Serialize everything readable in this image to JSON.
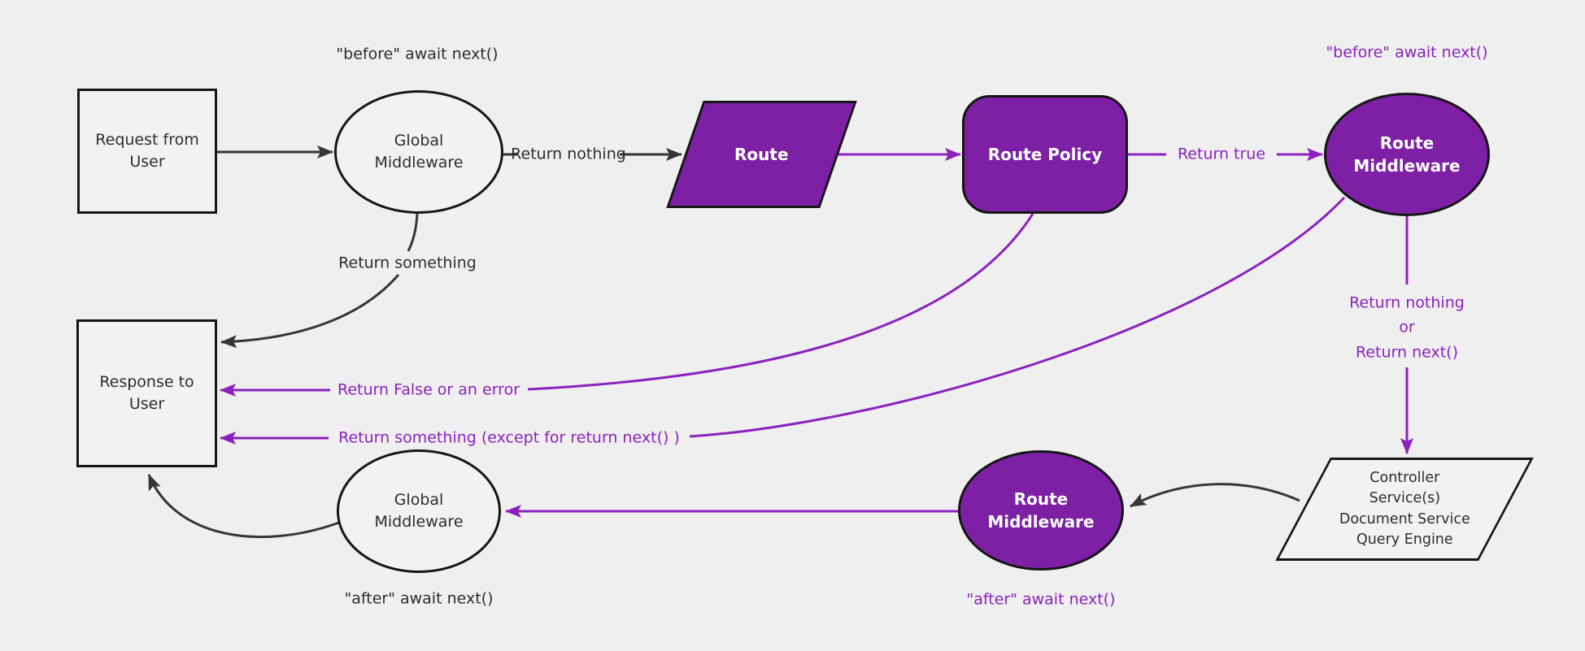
{
  "diagram": {
    "title": "Middleware request/response flow",
    "colors": {
      "background": "#efefef",
      "node_fill_light": "#f2f2f2",
      "node_fill_purple": "#7d20a6",
      "node_border": "#161616",
      "edge_black": "#363636",
      "edge_purple": "#8b22be",
      "text_dark": "#2d2d2d",
      "text_on_purple": "#ffffff"
    },
    "nodes": {
      "request": {
        "label": "Request from\nUser",
        "shape": "rectangle"
      },
      "global_mw_top": {
        "label": "Global\nMiddleware",
        "shape": "ellipse"
      },
      "route": {
        "label": "Route",
        "shape": "parallelogram"
      },
      "route_policy": {
        "label": "Route Policy",
        "shape": "rounded-rectangle"
      },
      "route_mw_top": {
        "label": "Route\nMiddleware",
        "shape": "ellipse"
      },
      "controller": {
        "label": "Controller\nService(s)\nDocument Service\nQuery Engine",
        "shape": "parallelogram"
      },
      "route_mw_bottom": {
        "label": "Route\nMiddleware",
        "shape": "ellipse"
      },
      "global_mw_bottom": {
        "label": "Global\nMiddleware",
        "shape": "ellipse"
      },
      "response": {
        "label": "Response to\nUser",
        "shape": "rectangle"
      }
    },
    "edge_labels": {
      "before_await_global": "\"before\" await next()",
      "return_nothing": "Return nothing",
      "return_true": "Return true",
      "before_await_route": "\"before\" await next()",
      "return_something": "Return something",
      "return_false_or_error": "Return False or an error",
      "return_something_except": "Return something (except for return next() )",
      "return_nothing_or_next": "Return nothing\nor\nReturn next()",
      "after_await_route": "\"after\" await next()",
      "after_await_global": "\"after\" await next()"
    }
  }
}
